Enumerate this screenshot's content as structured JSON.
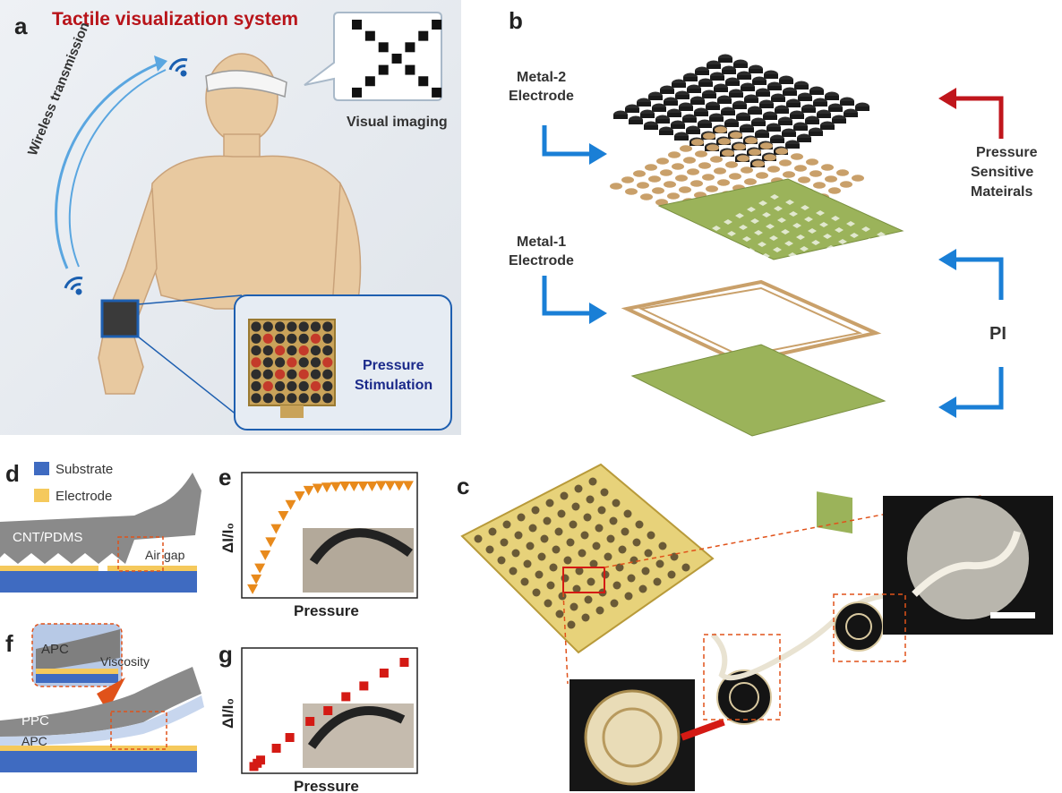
{
  "panel_a": {
    "letter": "a",
    "title": "Tactile visualization system",
    "wireless": "Wireless transmission",
    "visual_imaging": "Visual imaging",
    "pressure_stimulation_1": "Pressure",
    "pressure_stimulation_2": "Stimulation",
    "pattern_cells": [
      [
        0,
        0
      ],
      [
        6,
        0
      ],
      [
        1,
        1
      ],
      [
        5,
        1
      ],
      [
        2,
        2
      ],
      [
        4,
        2
      ],
      [
        3,
        3
      ],
      [
        2,
        4
      ],
      [
        4,
        4
      ],
      [
        1,
        5
      ],
      [
        5,
        5
      ],
      [
        0,
        6
      ],
      [
        6,
        6
      ]
    ]
  },
  "panel_b": {
    "letter": "b",
    "metal2_1": "Metal-2",
    "metal2_2": "Electrode",
    "metal1_1": "Metal-1",
    "metal1_2": "Electrode",
    "psm_1": "Pressure",
    "psm_2": "Sensitive",
    "psm_3": "Mateirals",
    "pi": "PI",
    "colors": {
      "arrow_blue": "#1a7fd6",
      "arrow_red": "#c0161c",
      "pi_green": "#9bb35a",
      "gold": "#c9a06a",
      "black_dots": "#2b2b2b"
    }
  },
  "panel_c": {
    "letter": "c"
  },
  "panel_d": {
    "letter": "d",
    "legend_substrate": "Substrate",
    "legend_electrode": "Electrode",
    "cnt": "CNT/PDMS",
    "air_gap": "Air gap",
    "colors": {
      "substrate": "#3f6bc1",
      "electrode": "#f5c95c",
      "film": "#8a8a8a"
    }
  },
  "panel_e": {
    "letter": "e",
    "ylabel": "ΔI/I₀",
    "xlabel": "Pressure"
  },
  "panel_f": {
    "letter": "f",
    "apc_inset": "APC",
    "viscosity": "Viscosity",
    "ppc": "PPC",
    "apc": "APC"
  },
  "panel_g": {
    "letter": "g",
    "ylabel": "ΔI/I₀",
    "xlabel": "Pressure"
  },
  "chart_data": [
    {
      "type": "scatter",
      "name": "e",
      "xlabel": "Pressure",
      "ylabel": "ΔI/I₀",
      "x": [
        0.3,
        0.5,
        0.7,
        1.0,
        1.3,
        1.6,
        2.0,
        2.4,
        2.9,
        3.4,
        3.9,
        4.4,
        4.9,
        5.4,
        5.9,
        6.4,
        6.9,
        7.4,
        7.9,
        8.4,
        8.9
      ],
      "y": [
        0.05,
        0.14,
        0.24,
        0.36,
        0.48,
        0.6,
        0.72,
        0.82,
        0.9,
        0.95,
        0.97,
        0.98,
        0.985,
        0.99,
        0.99,
        0.99,
        0.99,
        0.995,
        0.995,
        0.995,
        0.995
      ],
      "xlim": [
        0,
        9.3
      ],
      "ylim": [
        0,
        1.08
      ],
      "color": "#e88a1c",
      "marker": "triangle-down"
    },
    {
      "type": "scatter",
      "name": "g",
      "xlabel": "Pressure",
      "ylabel": "ΔI/I₀",
      "x": [
        0.3,
        0.45,
        0.6,
        1.3,
        1.9,
        2.8,
        3.6,
        4.4,
        5.2,
        6.1,
        7.0
      ],
      "y": [
        0.03,
        0.06,
        0.09,
        0.2,
        0.3,
        0.45,
        0.55,
        0.68,
        0.78,
        0.9,
        1.0
      ],
      "xlim": [
        0,
        7.5
      ],
      "ylim": [
        0,
        1.1
      ],
      "color": "#d41a14",
      "marker": "square"
    }
  ]
}
